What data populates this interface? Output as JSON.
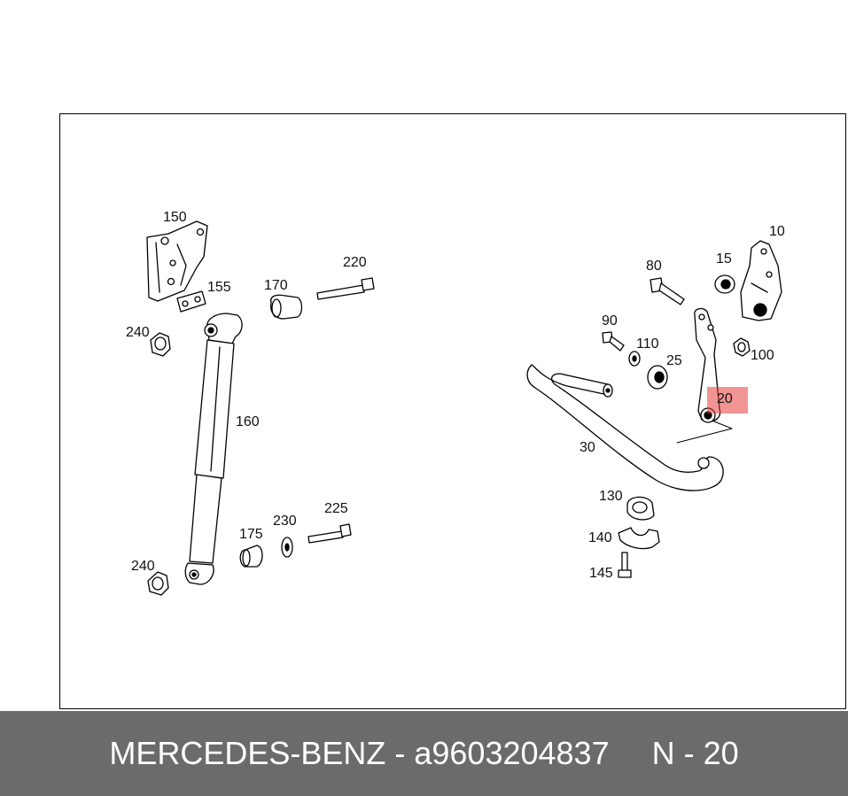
{
  "diagram": {
    "part_labels": {
      "p150": "150",
      "p155": "155",
      "p170": "170",
      "p220": "220",
      "p240a": "240",
      "p160": "160",
      "p175": "175",
      "p230": "230",
      "p225": "225",
      "p240b": "240",
      "p10": "10",
      "p15": "15",
      "p80": "80",
      "p90": "90",
      "p110": "110",
      "p25": "25",
      "p100": "100",
      "p20": "20",
      "p30": "30",
      "p130": "130",
      "p140": "140",
      "p145": "145"
    },
    "highlighted_part": "20",
    "highlight_color": "#e63c3c"
  },
  "footer": {
    "brand": "MERCEDES-BENZ",
    "separator": " - ",
    "part_number": "a9603204837",
    "position": "N - 20",
    "background": "#6b6b6b"
  }
}
